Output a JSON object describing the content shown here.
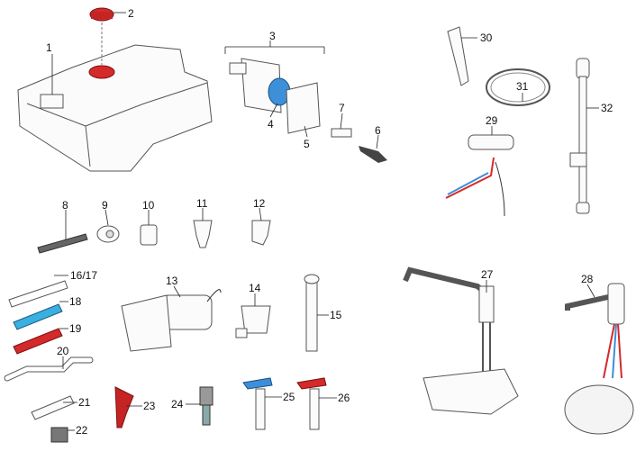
{
  "diagram": {
    "title": "Water system spare parts",
    "labels": [
      "1",
      "2",
      "3",
      "4",
      "5",
      "6",
      "7",
      "8",
      "9",
      "10",
      "11",
      "12",
      "13",
      "14",
      "15",
      "16/17",
      "18",
      "19",
      "20",
      "21",
      "22",
      "23",
      "24",
      "25",
      "26",
      "27",
      "28",
      "29",
      "30",
      "31",
      "32"
    ]
  },
  "colors": {
    "red": "#d42a2a",
    "blue": "#3d8fd8",
    "grey": "#6f6f6f",
    "outline": "#555555"
  }
}
